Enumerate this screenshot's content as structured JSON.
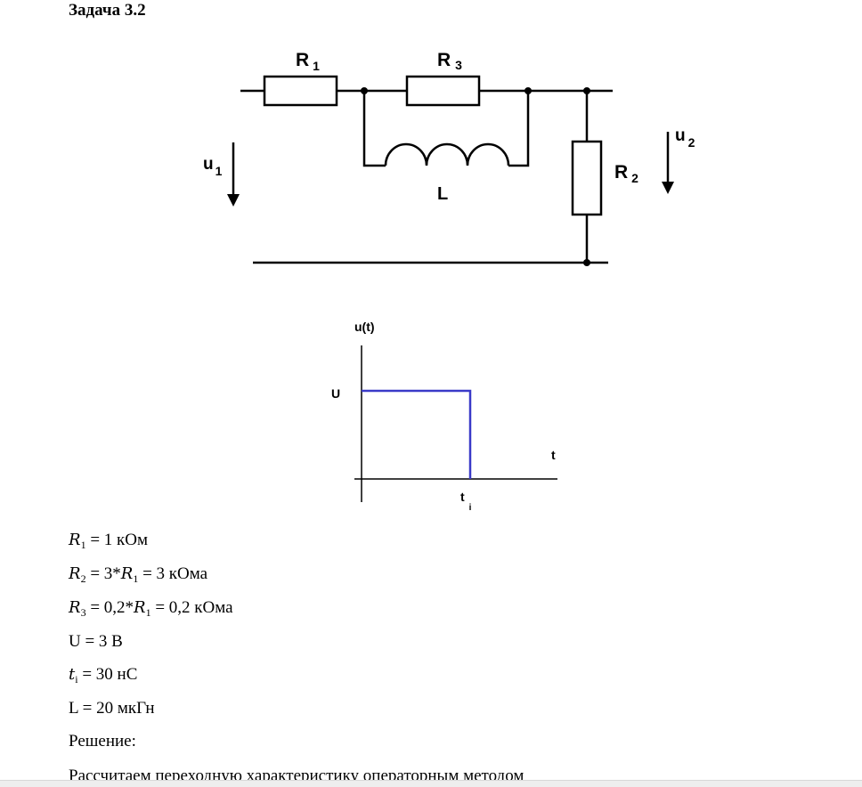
{
  "title": "Задача 3.2",
  "circuit": {
    "r1": "R",
    "r1_sub": "1",
    "r3": "R",
    "r3_sub": "3",
    "r2": "R",
    "r2_sub": "2",
    "l": "L",
    "u1": "u",
    "u1_sub": "1",
    "u2": "u",
    "u2_sub": "2"
  },
  "graph": {
    "ylabel": "u(t)",
    "level": "U",
    "xlabel": "t",
    "ti": "t",
    "ti_sub": "i",
    "pulse_color": "#3a3ac8"
  },
  "params": [
    {
      "var": "R",
      "sub": "1",
      "text": " = 1 кОм"
    },
    {
      "var": "R",
      "sub": "2",
      "text": " = 3*",
      "var2": "R",
      "sub2": "1",
      "text2": " = 3 кОма"
    },
    {
      "var": "R",
      "sub": "3",
      "text": " = 0,2*",
      "var2": "R",
      "sub2": "1",
      "text2": " = 0,2 кОма"
    },
    {
      "plain": "U = 3 В"
    },
    {
      "var": "t",
      "sub": "i",
      "text": " = 30 нС"
    },
    {
      "plain": "L = 20 мкГн"
    },
    {
      "plain": "Решение:"
    },
    {
      "plain": "Рассчитаем переходную характеристику операторным методом"
    }
  ]
}
